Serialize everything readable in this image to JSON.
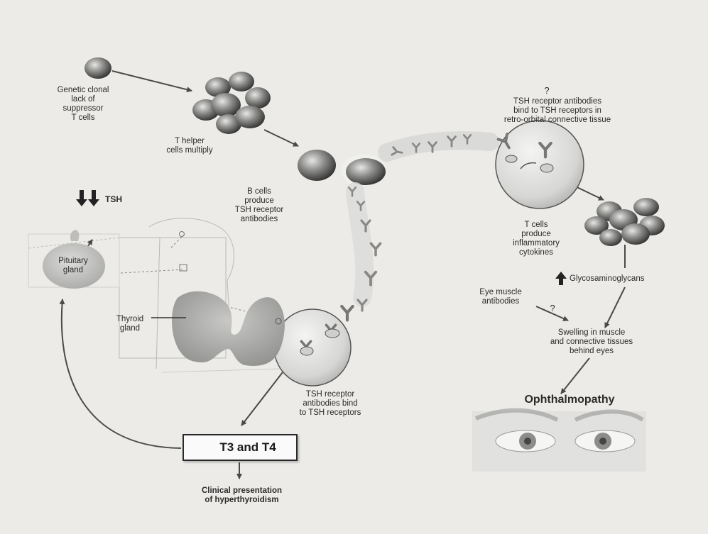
{
  "labels": {
    "genetic": "Genetic clonal\nlack of\nsuppressor\nT cells",
    "thelper": "T helper\ncells multiply",
    "bcells": "B cells\nproduce\nTSH receptor\nantibodies",
    "tsh": "TSH",
    "pituitary": "Pituitary\ngland",
    "thyroid": "Thyroid\ngland",
    "bind_thyroid": "TSH receptor\nantibodies bind\nto TSH receptors",
    "t3t4": "T3 and T4",
    "clinical": "Clinical presentation\nof hyperthyroidism",
    "question_top": "?",
    "bind_orbital": "TSH receptor antibodies\nbind to TSH receptors in\nretro-orbital connective tissue",
    "tcells_cyto": "T cells\nproduce\ninflammatory\ncytokines",
    "glyco": "Glycosaminoglycans",
    "eye_muscle": "Eye muscle\nantibodies",
    "question_mid": "?",
    "swelling": "Swelling in muscle\nand connective tissues\nbehind eyes",
    "ophthalmopathy": "Ophthalmopathy"
  },
  "colors": {
    "cell_light": "#d2d2d0",
    "cell_dark": "#3c3c3c",
    "arrow": "#4a4a4a"
  },
  "icons": {
    "down_arrows": "double-down-arrow-icon",
    "up_arrow": "up-arrow-icon"
  }
}
